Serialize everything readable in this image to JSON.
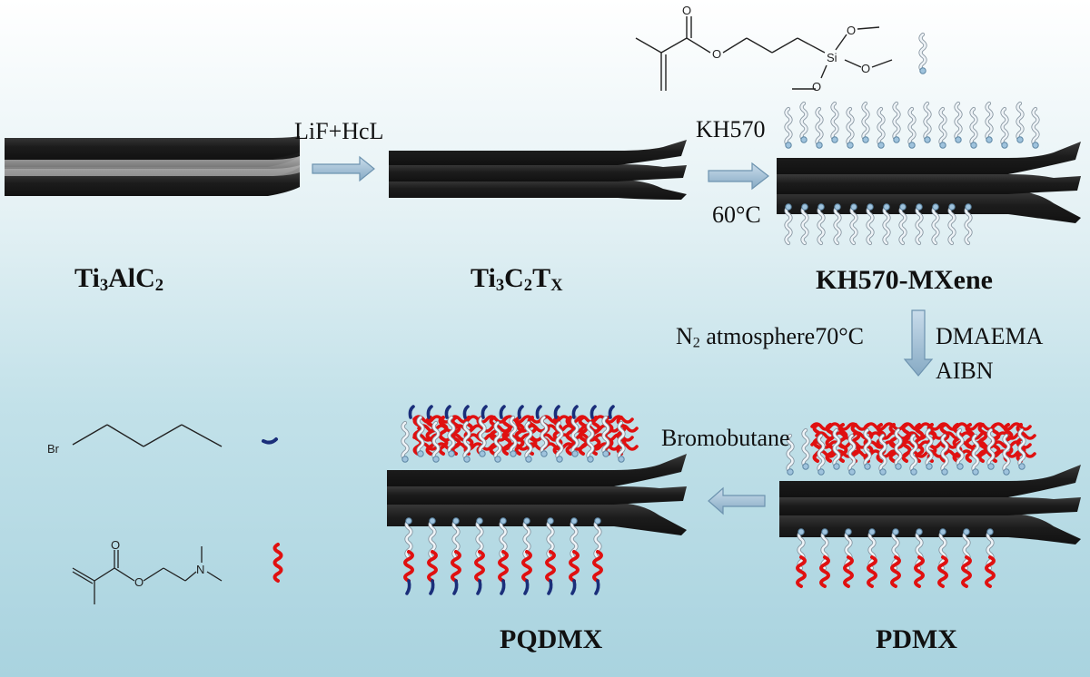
{
  "products": {
    "p1": {
      "main": "Ti",
      "s1": "3",
      "mid": "AlC",
      "s2": "2"
    },
    "p2": {
      "main": "Ti",
      "s1": "3",
      "mid": "C",
      "s2": "2",
      "tail": "T",
      "s3": "X"
    },
    "p3": "KH570-MXene",
    "p4": "PDMX",
    "p5": "PQDMX"
  },
  "reagents": {
    "step1": "LiF+HcL",
    "step2_top": "KH570",
    "step2_bottom": "60°C",
    "step3_n": "N",
    "step3_sub": "2",
    "step3_rest": " atmosphere70°C",
    "step3_r1": "DMAEMA",
    "step3_r2": "AIBN",
    "step4": "Bromobutane"
  },
  "atoms": {
    "o1": "O",
    "o2": "O",
    "si": "Si",
    "o3": "O",
    "o4": "O",
    "o5": "O",
    "br": "Br",
    "o6": "O",
    "o7": "O",
    "n": "N"
  },
  "colors": {
    "sheet": "#1c1c1c",
    "mxene_gap": "#8a8a8a",
    "arrow": "#8fb4cc",
    "silane_chain": "#e6eef4",
    "chain_red": "#e01010",
    "chain_blue": "#1a2e7a"
  }
}
